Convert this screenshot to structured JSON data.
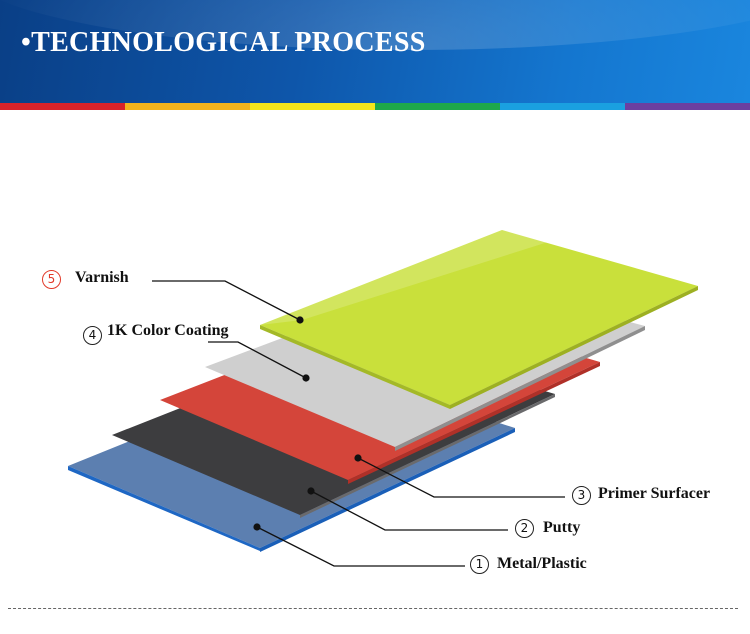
{
  "header": {
    "title": "•TECHNOLOGICAL PROCESS",
    "strip_colors": [
      "#d8232a",
      "#f2b31d",
      "#f4e51b",
      "#1ea84a",
      "#1aa0e0",
      "#6b3fa0"
    ]
  },
  "layers": [
    {
      "number": "5",
      "name": "Varnish",
      "color": "#c9e03b",
      "number_color": "#e23a2a"
    },
    {
      "number": "4",
      "name": "1K Color Coating",
      "color": "#cfcfcf"
    },
    {
      "number": "3",
      "name": "Primer Surfacer",
      "color": "#d4453a"
    },
    {
      "number": "2",
      "name": "Putty",
      "color": "#3d3d3f"
    },
    {
      "number": "1",
      "name": "Metal/Plastic",
      "color": "#5c7fb0"
    }
  ]
}
